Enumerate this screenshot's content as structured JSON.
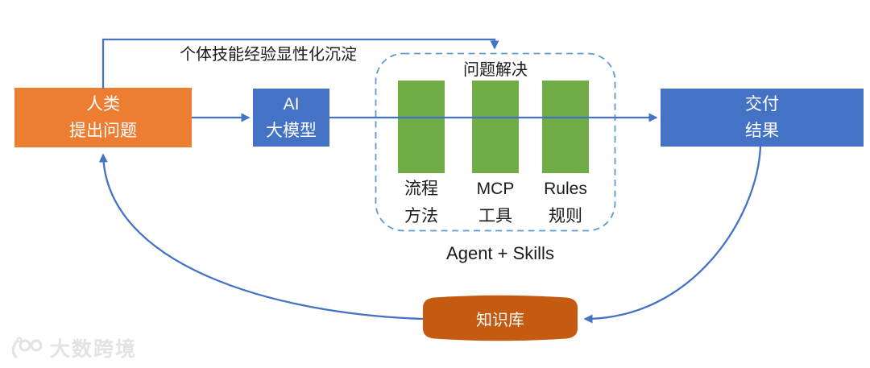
{
  "palette": {
    "human_fill": "#ED7D31",
    "model_fill": "#4472C4",
    "deliver_fill": "#4472C4",
    "bar_fill": "#70AD47",
    "knowledge_fill": "#C55A11",
    "dashed_border": "#5B9BD5",
    "connector": "#4472C4",
    "label_text": "#1a1a1a",
    "node_text": "#ffffff",
    "watermark_text": "#e3e3e3"
  },
  "nodes": {
    "human": {
      "line1": "人类",
      "line2": "提出问题"
    },
    "ai_model": {
      "line1": "AI",
      "line2": "大模型"
    },
    "deliver": {
      "line1": "交付",
      "line2": "结果"
    },
    "knowledge_base": {
      "label": "知识库"
    }
  },
  "solution_group": {
    "title": "问题解决",
    "bars": [
      {
        "line1": "流程",
        "line2": "方法"
      },
      {
        "line1": "MCP",
        "line2": "工具"
      },
      {
        "line1": "Rules",
        "line2": "规则"
      }
    ]
  },
  "annotations": {
    "feedback_label": "个体技能经验显性化沉淀",
    "agent_skills": "Agent + Skills"
  },
  "watermark": {
    "brand": "大数跨境"
  }
}
